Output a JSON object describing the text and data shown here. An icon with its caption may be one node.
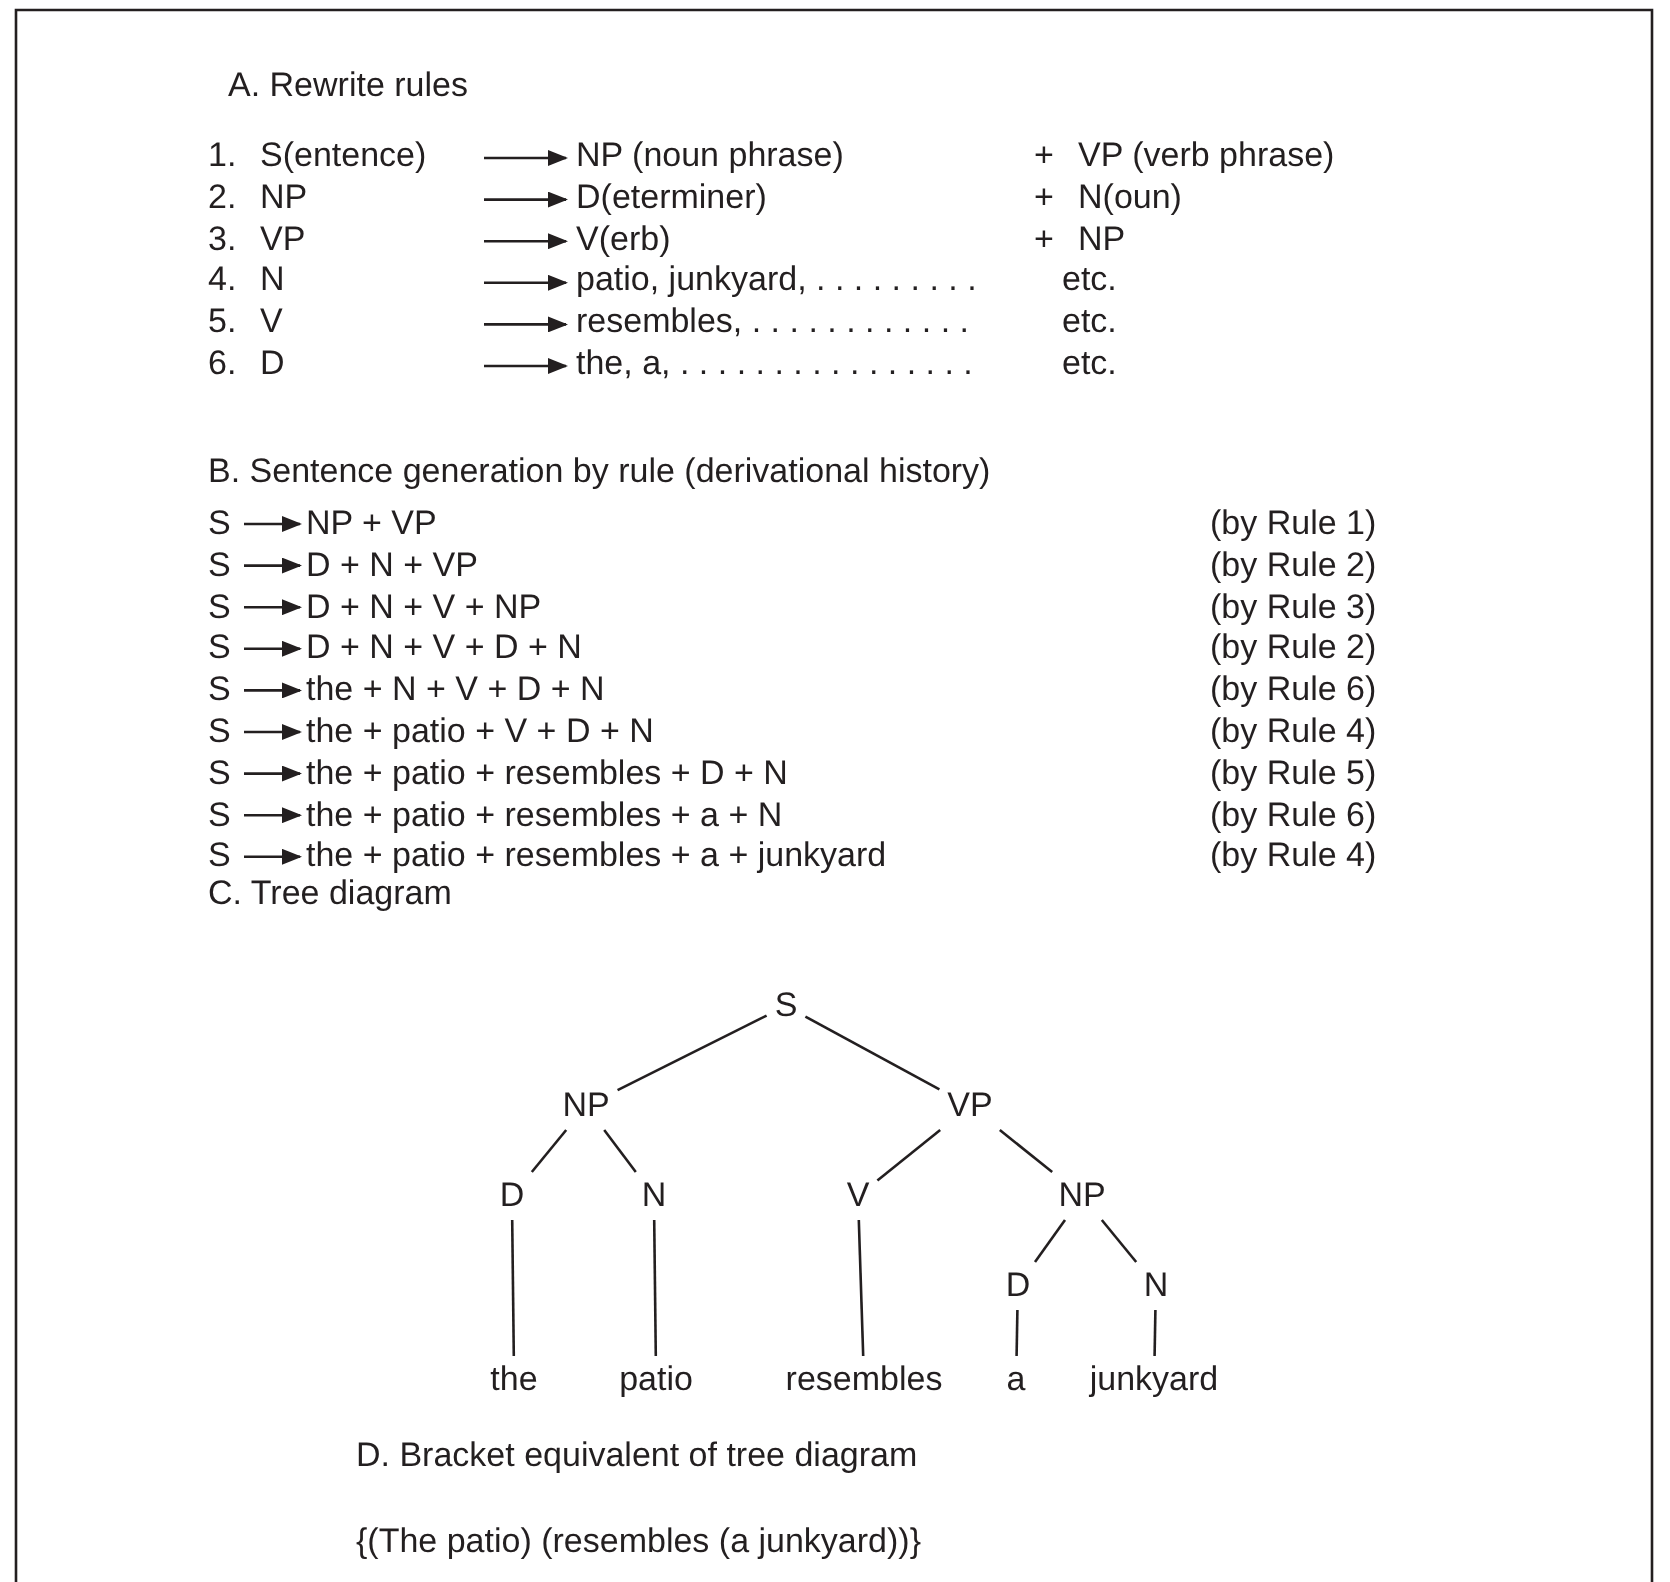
{
  "diagram": {
    "nodes": [
      {
        "text": [
          "S"
        ]
      },
      {
        "text": [
          "NP"
        ]
      },
      {
        "text": [
          "VP"
        ]
      },
      {
        "text": [
          "D"
        ]
      },
      {
        "text": [
          "N"
        ]
      },
      {
        "text": [
          "V"
        ]
      },
      {
        "text": [
          "NP"
        ]
      },
      {
        "text": [
          "D"
        ]
      },
      {
        "text": [
          "N"
        ]
      },
      {
        "text": [
          "the"
        ]
      },
      {
        "text": [
          "patio"
        ]
      },
      {
        "text": [
          "resembles"
        ]
      },
      {
        "text": [
          "a"
        ]
      },
      {
        "text": [
          "junkyard"
        ]
      }
    ],
    "edges": [
      {
        "from": 0,
        "to": 1,
        "arrow": "none"
      },
      {
        "from": 0,
        "to": 2,
        "arrow": "none"
      },
      {
        "from": 1,
        "to": 3,
        "arrow": "none"
      },
      {
        "from": 1,
        "to": 4,
        "arrow": "none"
      },
      {
        "from": 2,
        "to": 5,
        "arrow": "none"
      },
      {
        "from": 2,
        "to": 6,
        "arrow": "none"
      },
      {
        "from": 6,
        "to": 7,
        "arrow": "none"
      },
      {
        "from": 6,
        "to": 8,
        "arrow": "none"
      },
      {
        "from": 3,
        "to": 9,
        "arrow": "none"
      },
      {
        "from": 4,
        "to": 10,
        "arrow": "none"
      },
      {
        "from": 5,
        "to": 11,
        "arrow": "none"
      },
      {
        "from": 7,
        "to": 12,
        "arrow": "none"
      },
      {
        "from": 8,
        "to": 13,
        "arrow": "none"
      }
    ],
    "labels": [
      "A. Rewrite rules",
      "1.",
      "S(entence)",
      "NP (noun phrase)",
      "+",
      "VP (verb phrase)",
      "2.",
      "NP",
      "D(eterminer)",
      "+",
      "N(oun)",
      "3.",
      "VP",
      "V(erb)",
      "+",
      "NP",
      "4.",
      "N",
      "patio, junkyard, . . . . . . . . .",
      "etc.",
      "5.",
      "V",
      "resembles, . . . . . . . . . . . .",
      "etc.",
      "6.",
      "D",
      "the, a, . . . . . . . . . . . . . . . .",
      "etc.",
      "B. Sentence generation by rule (derivational history)",
      "S",
      "NP + VP",
      "(by Rule 1)",
      "S",
      "D + N + VP",
      "(by Rule 2)",
      "S",
      "D + N + V + NP",
      "(by Rule 3)",
      "S",
      "D + N + V + D + N",
      "(by Rule 2)",
      "S",
      "the + N + V + D + N",
      "(by Rule 6)",
      "S",
      "the + patio + V + D + N",
      "(by Rule 4)",
      "S",
      "the + patio + resembles + D + N",
      "(by Rule 5)",
      "S",
      "the + patio + resembles + a + N",
      "(by Rule 6)",
      "S",
      "the + patio + resembles + a + junkyard",
      "(by Rule 4)",
      "C. Tree diagram",
      "D. Bracket equivalent of tree diagram",
      "{(The patio) (resembles (a junkyard))}"
    ]
  }
}
